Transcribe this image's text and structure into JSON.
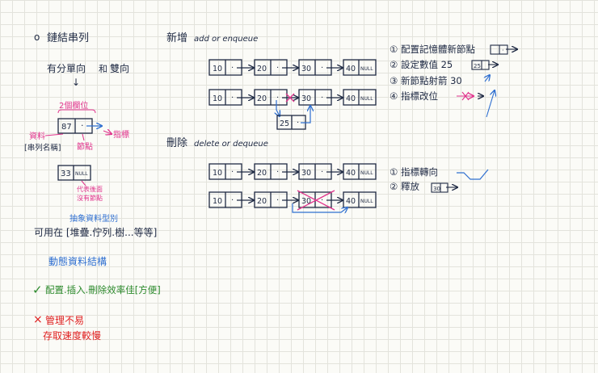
{
  "colors": {
    "ink": "#1f2a44",
    "blue": "#2f6fd0",
    "pink": "#e0338c",
    "green": "#2c8a2c",
    "red": "#e02020"
  },
  "left": {
    "bullet": "o",
    "title": "鏈結串列",
    "direction": "有分單向",
    "direction_and": "和",
    "direction_two": "雙向",
    "down_arrow": "↓",
    "node_fields_label": "2個欄位",
    "node_value": "87",
    "node_dot": "·",
    "label_data": "資料",
    "label_data_paren": "[串列名稱]",
    "label_node": "節點",
    "label_pointer": "指標",
    "null_node_value": "33",
    "null_text": "NULL",
    "null_note_1": "代表後面",
    "null_note_2": "沒有節點",
    "adt_label": "抽象資料型別",
    "usable_in": "可用在 [堆疊.佇列.樹...等等]",
    "dynamic": "動態資料結構",
    "pro_mark": "✓",
    "pro": "配置.插入.刪除效率佳[方便]",
    "con_mark": "×",
    "con_1": "管理不易",
    "con_2": "存取速度較慢"
  },
  "insert": {
    "title": "新增",
    "title_en": "add or enqueue",
    "row1": [
      "10",
      "20",
      "30",
      "40"
    ],
    "row2": [
      "10",
      "20",
      "30",
      "40"
    ],
    "new_node": "25",
    "null_text": "NULL",
    "steps": [
      "① 配置記憶體新節點",
      "② 設定數值 25",
      "③ 新節點射箭 30",
      "④ 指標改位"
    ],
    "mini_value": "25"
  },
  "delete": {
    "title": "刪除",
    "title_en": "delete or dequeue",
    "row1": [
      "10",
      "20",
      "30",
      "40"
    ],
    "row2": [
      "10",
      "20",
      "30",
      "40"
    ],
    "null_text": "NULL",
    "steps": [
      "① 指標轉向",
      "② 釋放"
    ],
    "mini_value": "30"
  }
}
